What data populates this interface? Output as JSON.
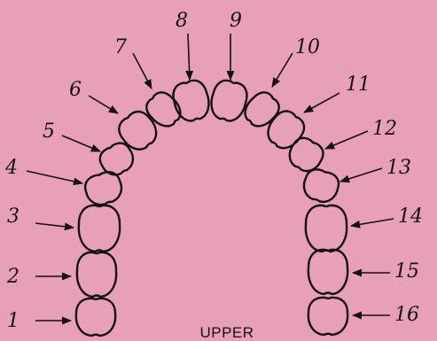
{
  "caption": "UPPER",
  "background_color": "#e8a0b8",
  "line_color": "#111111",
  "teeth": [
    {
      "number": "1"
    },
    {
      "number": "2"
    },
    {
      "number": "3"
    },
    {
      "number": "4"
    },
    {
      "number": "5"
    },
    {
      "number": "6"
    },
    {
      "number": "7"
    },
    {
      "number": "8"
    },
    {
      "number": "9"
    },
    {
      "number": "10"
    },
    {
      "number": "11"
    },
    {
      "number": "12"
    },
    {
      "number": "13"
    },
    {
      "number": "14"
    },
    {
      "number": "15"
    },
    {
      "number": "16"
    }
  ]
}
